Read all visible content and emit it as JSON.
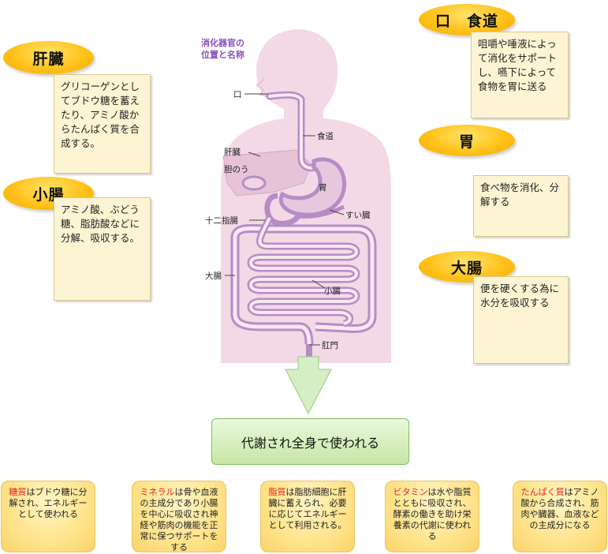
{
  "diagram_title_line1": "消化器官の",
  "diagram_title_line2": "位置と名称",
  "labels": {
    "mouth": "口",
    "esophagus": "食道",
    "liver": "肝臓",
    "gallbladder": "胆のう",
    "stomach": "胃",
    "pancreas": "すい臓",
    "duodenum": "十二指腸",
    "large_intestine": "大腸",
    "small_intestine": "小腸",
    "anus": "肛門"
  },
  "organs": {
    "liver": {
      "title": "肝臓",
      "text": "グリコーゲンとしてブドウ糖を蓄えたり、アミノ酸からたんぱく質を合成する。"
    },
    "small_intestine": {
      "title": "小腸",
      "text": "アミノ酸、ぶどう糖、脂肪酸などに分解、吸収する。"
    },
    "mouth_esophagus": {
      "title": "口　食道",
      "text": "咀嚼や唾液によって消化をサポートし、嚥下によって食物を胃に送る"
    },
    "stomach": {
      "title": "胃",
      "text": "食べ物を消化、分解する"
    },
    "large_intestine": {
      "title": "大腸",
      "text": "便を硬くする為に水分を吸収する"
    }
  },
  "result": "代謝され全身で使われる",
  "nutrients": [
    {
      "key": "糖質",
      "text": "はブドウ糖に分解され、エネルギーとして使われる"
    },
    {
      "key": "ミネラル",
      "text": "は骨や血液の主成分であり小腸を中心に吸収され神経や筋肉の機能を正常に保つサポートをする"
    },
    {
      "key": "脂質",
      "text": "は脂肪細胞に肝臓に蓄えられ、必要に応じてエネルギーとして利用される。"
    },
    {
      "key": "ビタミン",
      "text": "は水や脂質とともに吸収され、酵素の働きを助け栄養素の代謝に使われる"
    },
    {
      "key": "たんぱく質",
      "text": "はアミノ酸から合成され、筋肉や臓器、血液などの主成分になる"
    }
  ],
  "colors": {
    "body": "#f3d9e6",
    "tract": "#b78cc6",
    "title": "#8a4fbe",
    "accent_red": "#e0231c",
    "pill": "#ffc21a",
    "arrow": "#d5eec3"
  }
}
